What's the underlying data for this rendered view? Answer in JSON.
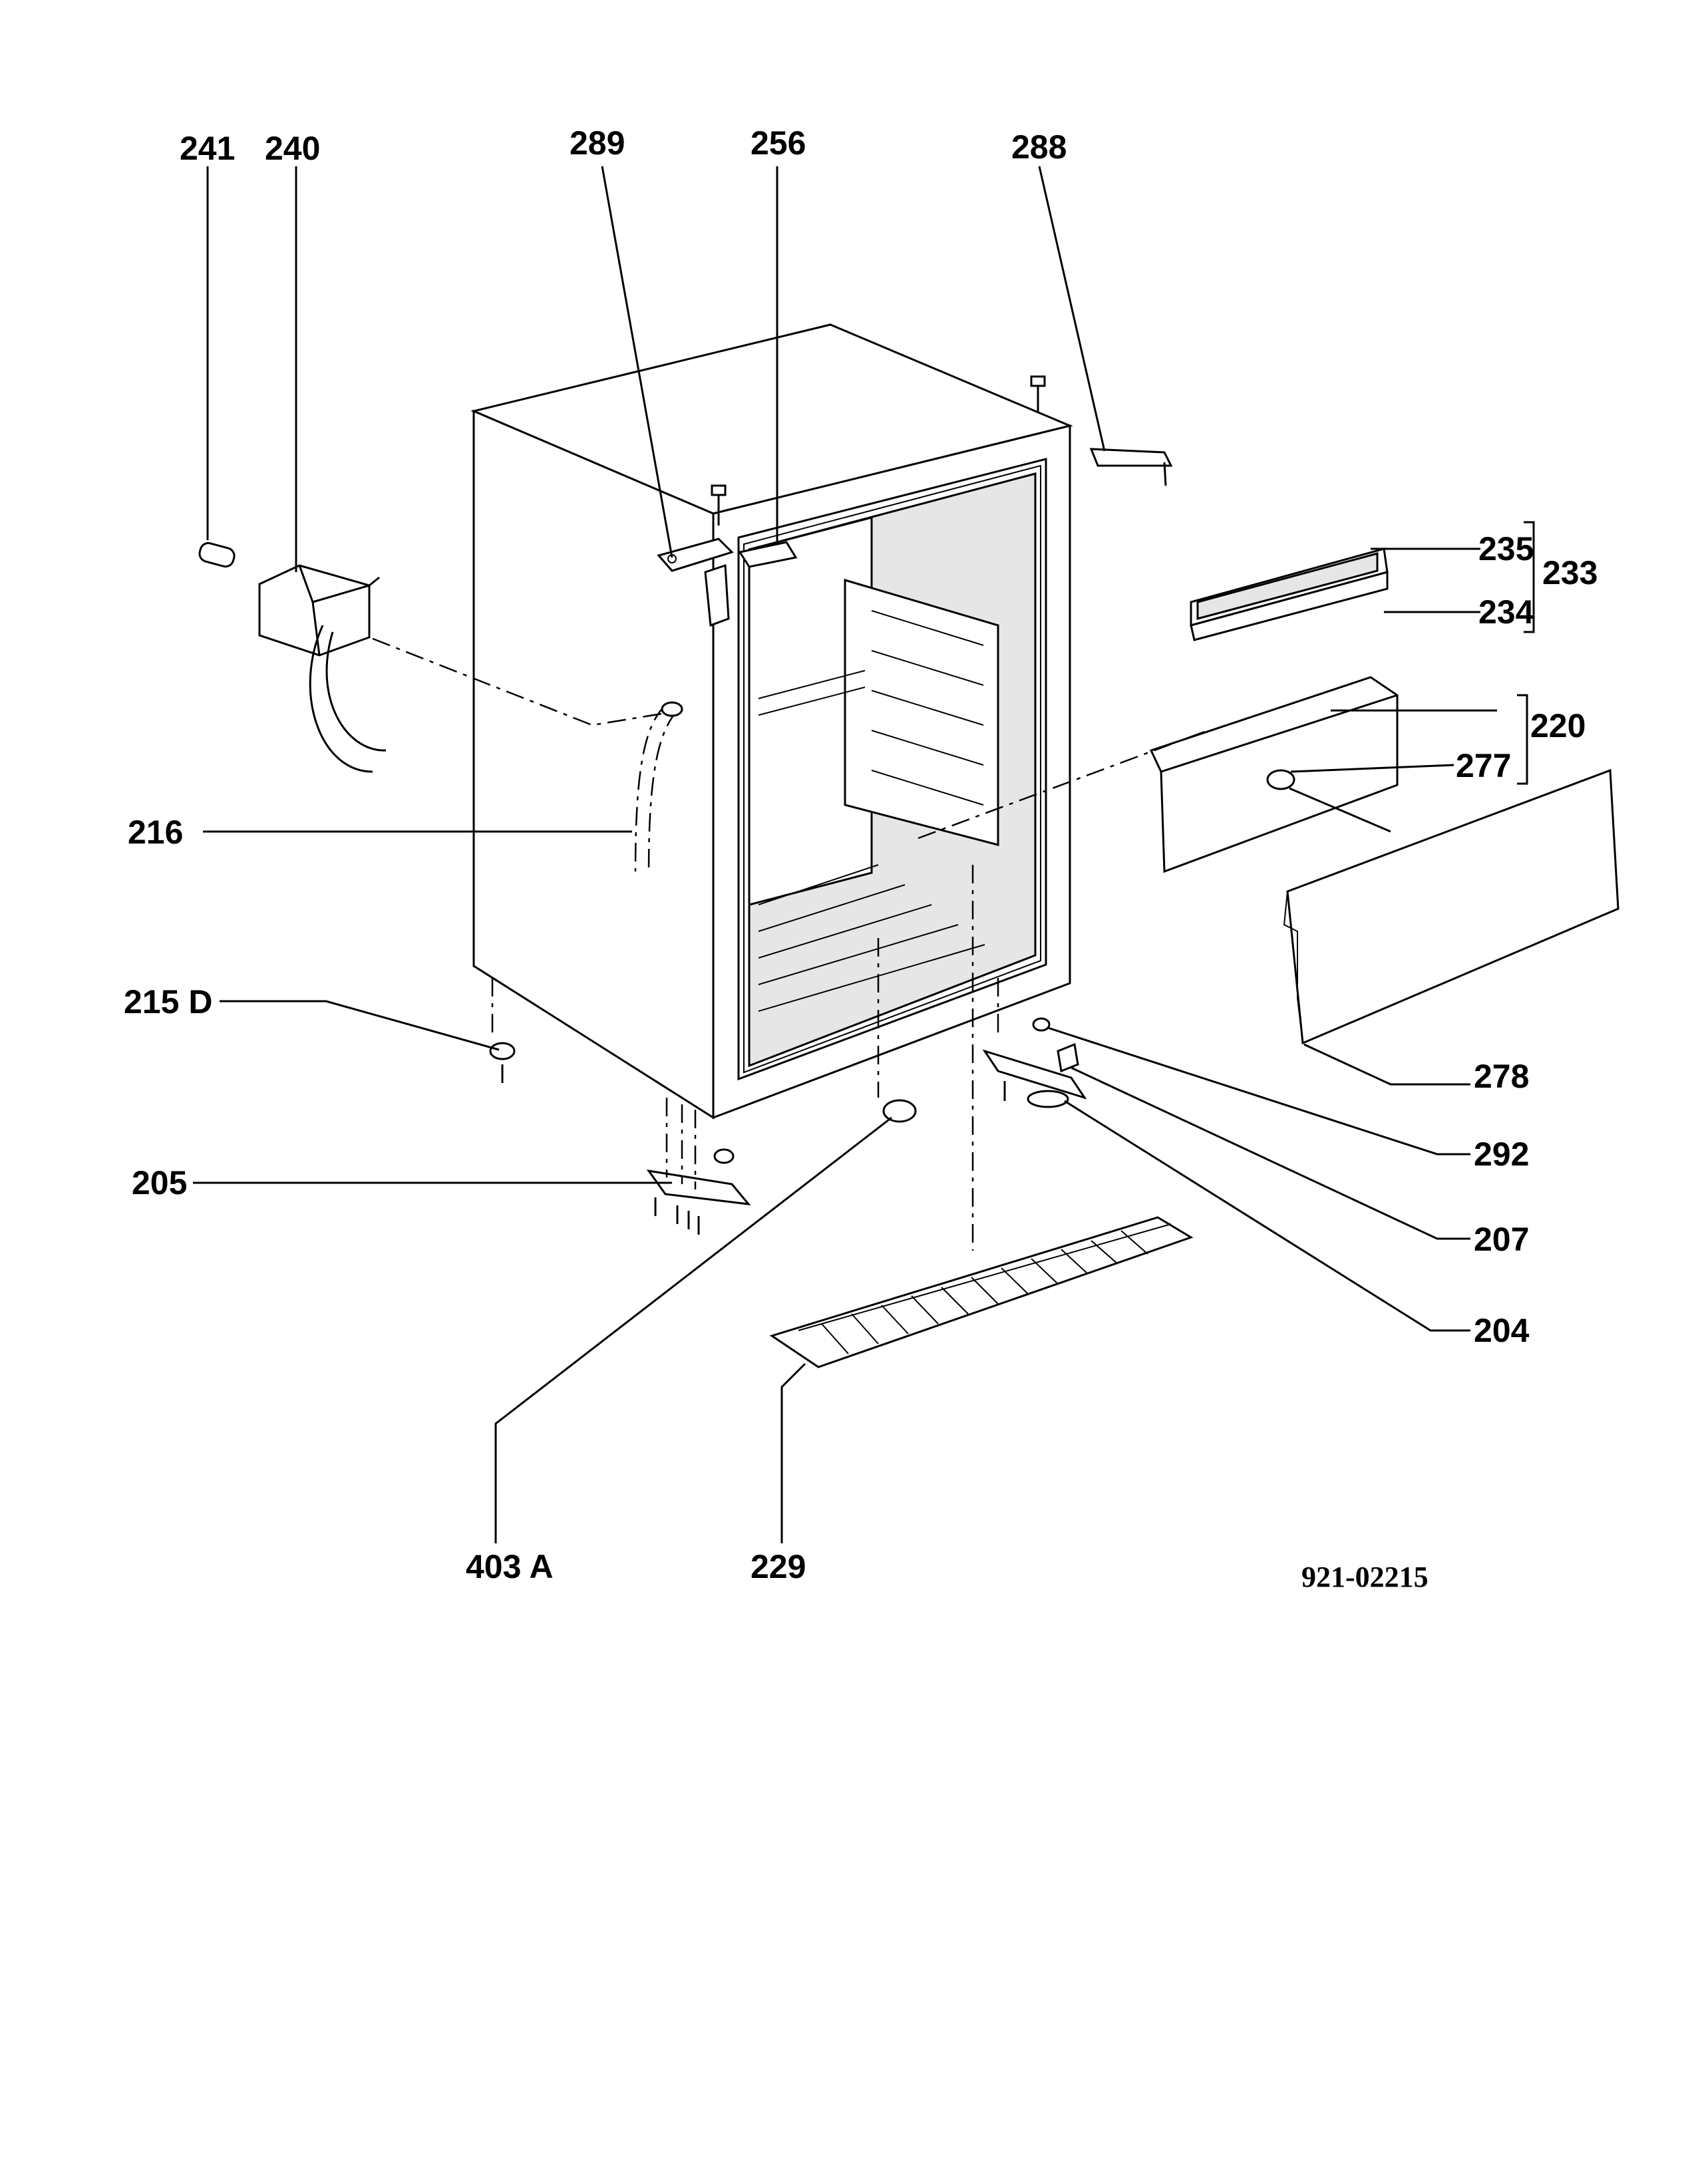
{
  "labels": {
    "l241": "241",
    "l240": "240",
    "l289": "289",
    "l256": "256",
    "l288": "288",
    "l235": "235",
    "l234": "234",
    "l233": "233",
    "l220": "220",
    "l277": "277",
    "l216": "216",
    "l215d": "215 D",
    "l278": "278",
    "l292": "292",
    "l205": "205",
    "l207": "207",
    "l204": "204",
    "l403a": "403 A",
    "l229": "229"
  },
  "doc_number": "921-02215"
}
